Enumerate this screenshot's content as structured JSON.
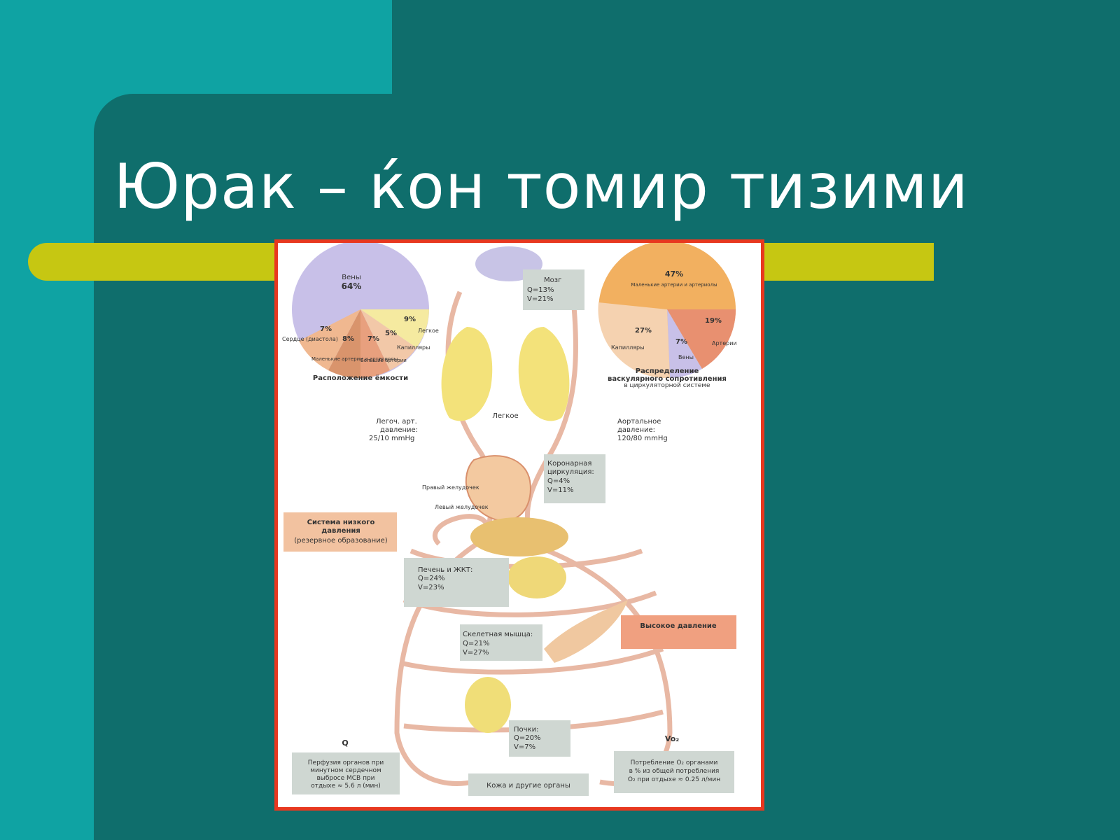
{
  "slide": {
    "title": "Юрак – ќон томир тизими"
  },
  "colors": {
    "background_light": "#0fa3a3",
    "background_dark": "#0f6e6c",
    "accent_bar": "#c6c712",
    "frame": "#e8381f"
  },
  "diagram": {
    "capacity_pie": {
      "caption": "Расположение ёмкости",
      "slices": [
        {
          "label": "Вены",
          "value": "64%"
        },
        {
          "label": "Легкое",
          "value": "9%"
        },
        {
          "label": "Капилляры",
          "value": "5%"
        },
        {
          "label": "Большие артерии",
          "value": "7%"
        },
        {
          "label": "Маленькие артерии и артериолы",
          "value": "8%"
        },
        {
          "label": "Сердце (диастола)",
          "value": "7%"
        }
      ]
    },
    "resistance_pie": {
      "caption_1": "Распределение",
      "caption_2": "васкулярного сопротивления",
      "caption_3": "в циркуляторной системе",
      "slices": [
        {
          "label": "Маленькие артерии и артериолы",
          "value": "47%"
        },
        {
          "label": "Артерии",
          "value": "19%"
        },
        {
          "label": "Вены",
          "value": "7%"
        },
        {
          "label": "Капилляры",
          "value": "27%"
        }
      ]
    },
    "brain": {
      "title": "Мозг",
      "q": "Q=13%",
      "v": "V=21%"
    },
    "lung": {
      "title": "Легкое"
    },
    "pulm_pressure": {
      "line1": "Легоч. арт.",
      "line2": "давление:",
      "line3": "25/10 mmHg"
    },
    "aortic_pressure": {
      "line1": "Аортальное",
      "line2": "давление:",
      "line3": "120/80 mmHg"
    },
    "coronary": {
      "line1": "Коронарная",
      "line2": "циркуляция:",
      "q": "Q=4%",
      "v": "V=11%"
    },
    "right_ventricle": "Правый желудочек",
    "left_ventricle": "Левый желудочек",
    "low_pressure": {
      "line1": "Система низкого",
      "line2": "давления",
      "line3": "(резервное образование)"
    },
    "liver": {
      "title": "Печень и ЖКТ:",
      "q": "Q=24%",
      "v": "V=23%"
    },
    "muscle": {
      "title": "Скелетная мышца:",
      "q": "Q=21%",
      "v": "V=27%"
    },
    "high_pressure": "Высокое давление",
    "kidney": {
      "title": "Почки:",
      "q": "Q=20%",
      "v": "V=7%"
    },
    "q_header": "Q",
    "v_header": "Vo₂",
    "perfusion": {
      "line1": "Перфузия органов при",
      "line2": "минутном сердечном",
      "line3": "выбросе МСВ при",
      "line4": "отдыхе ≈ 5.6 л (мин)"
    },
    "skin": "Кожа и другие органы",
    "o2": {
      "line1": "Потребление O₂ органами",
      "line2": "в % из общей потребления",
      "line3": "O₂ при отдыхе ≈ 0.25 л/мин"
    }
  }
}
